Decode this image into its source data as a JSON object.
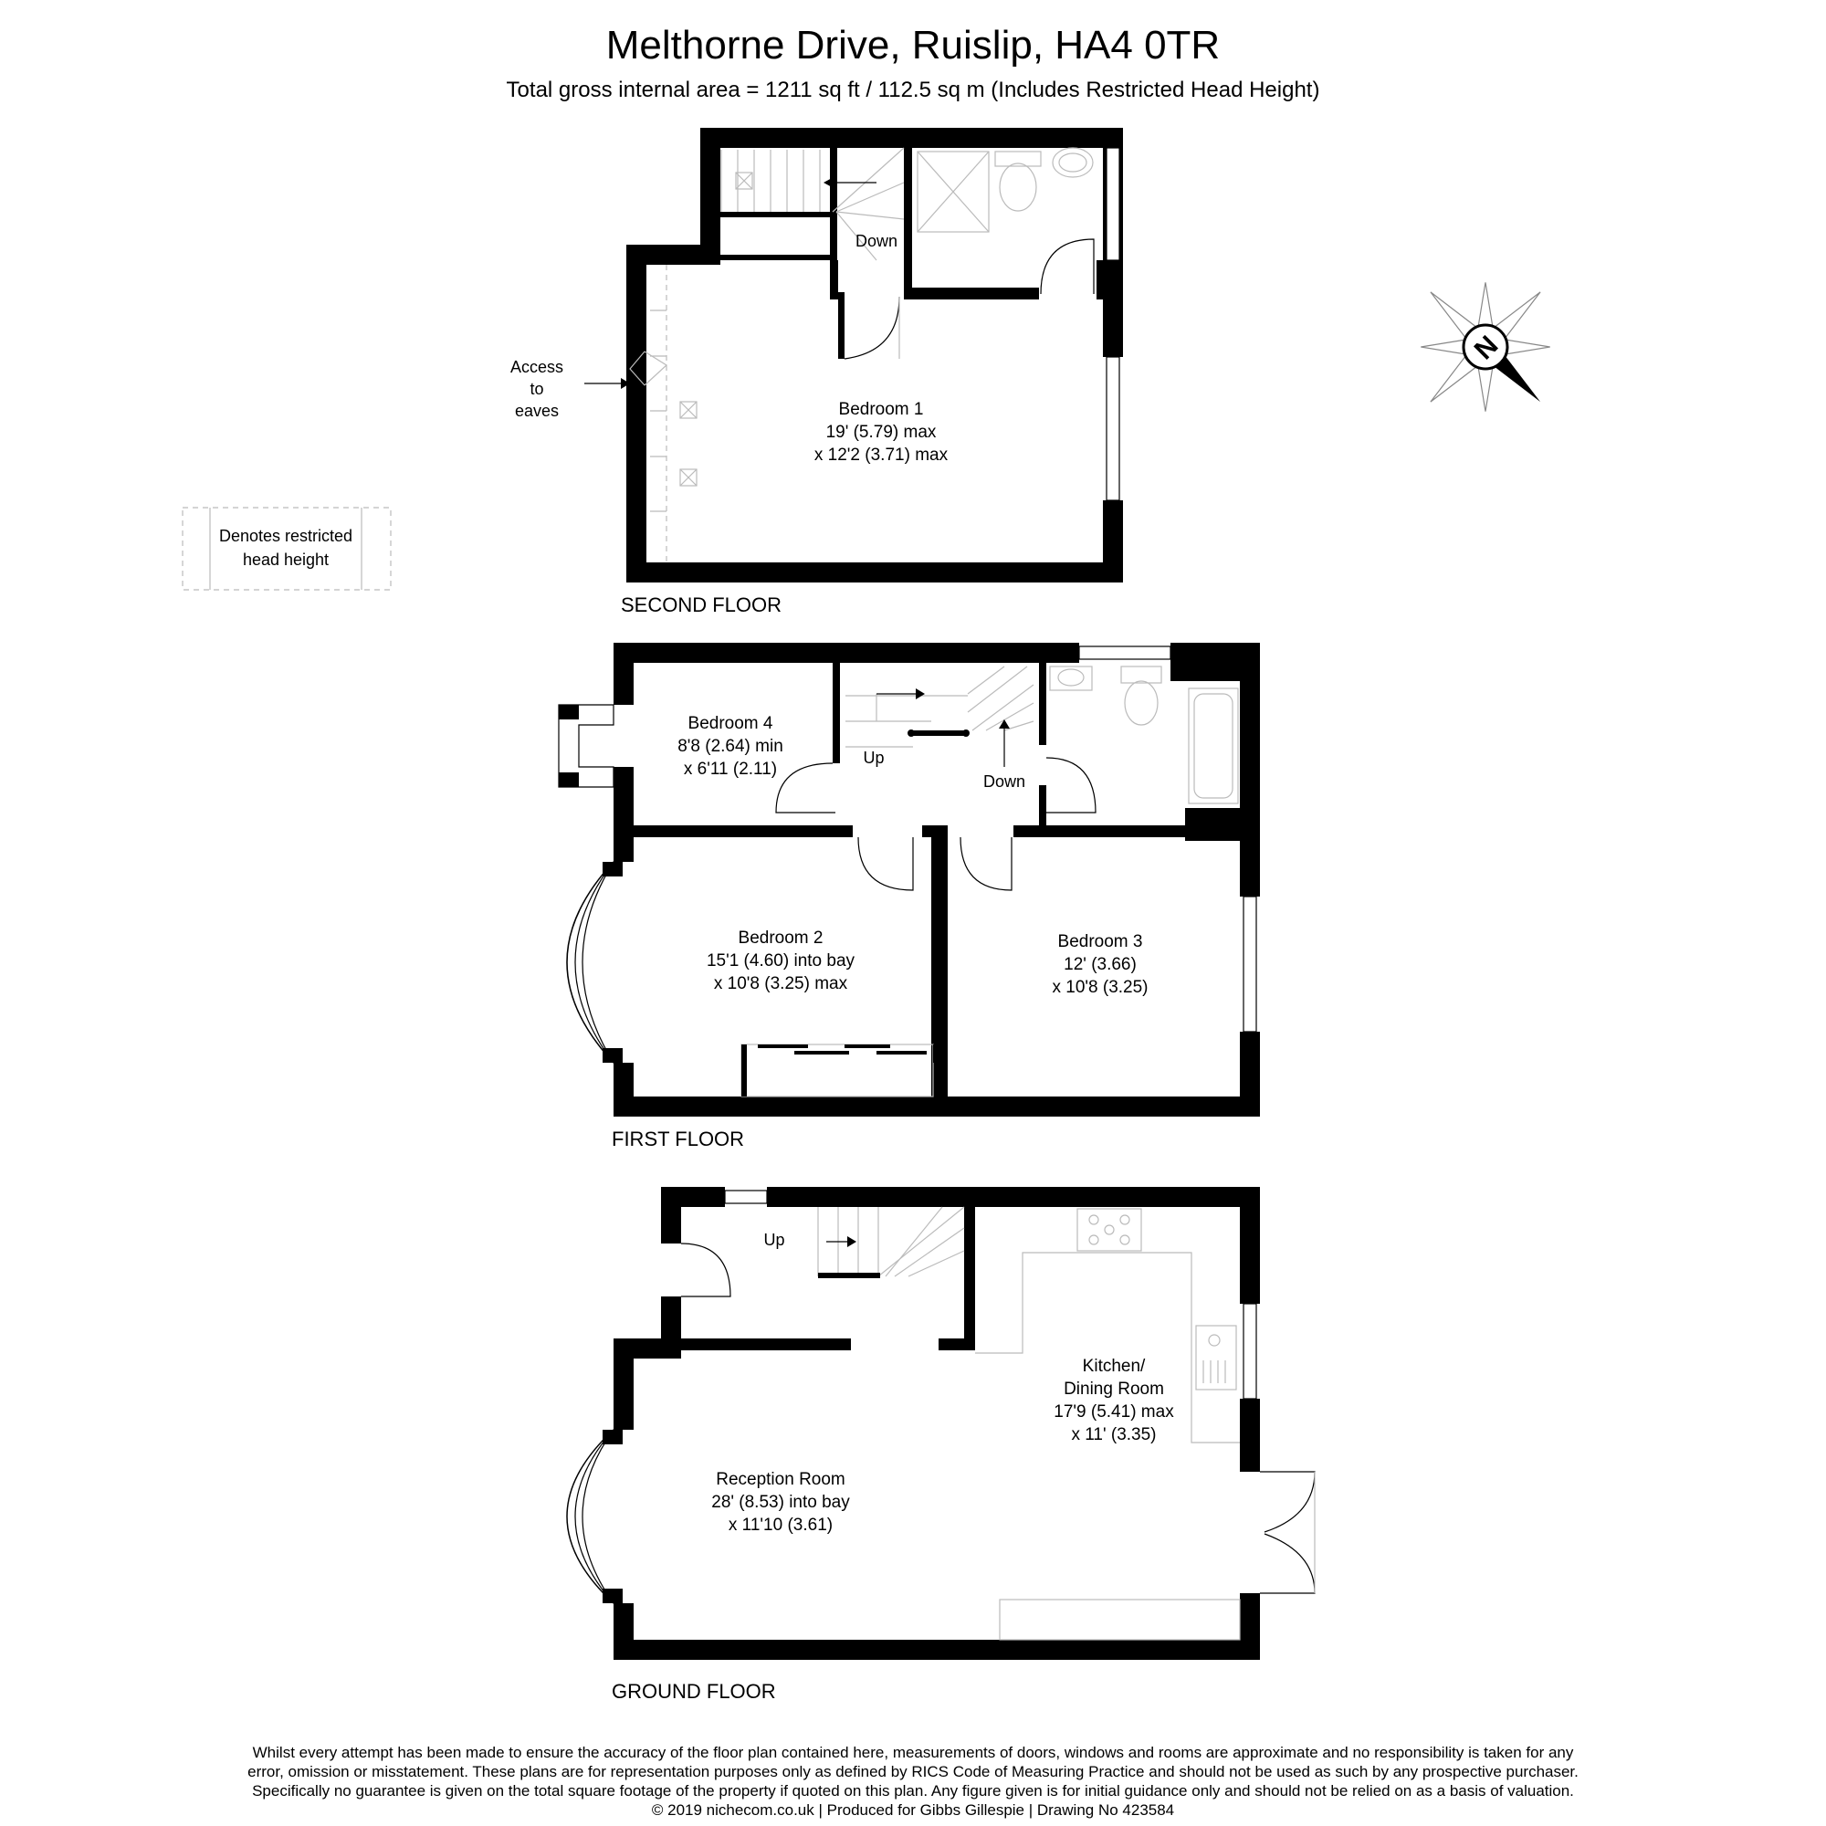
{
  "header": {
    "title": "Melthorne Drive, Ruislip, HA4 0TR",
    "area": "Total gross internal area =  1211 sq ft / 112.5 sq m (Includes Restricted Head Height)"
  },
  "legend": {
    "line1": "Denotes restricted",
    "line2": "head height"
  },
  "access_note": [
    "Access",
    "to",
    "eaves"
  ],
  "floors": {
    "second": {
      "label": "SECOND FLOOR",
      "stairs_label": "Down",
      "bedroom1": [
        "Bedroom 1",
        "19' (5.79) max",
        "x 12'2 (3.71) max"
      ]
    },
    "first": {
      "label": "FIRST FLOOR",
      "up_label": "Up",
      "down_label": "Down",
      "bedroom4": [
        "Bedroom 4",
        "8'8 (2.64) min",
        "x 6'11 (2.11)"
      ],
      "bedroom2": [
        "Bedroom 2",
        "15'1 (4.60) into bay",
        "x 10'8 (3.25) max"
      ],
      "bedroom3": [
        "Bedroom 3",
        "12' (3.66)",
        "x 10'8 (3.25)"
      ]
    },
    "ground": {
      "label": "GROUND FLOOR",
      "up_label": "Up",
      "kitchen": [
        "Kitchen/",
        "Dining Room",
        "17'9 (5.41) max",
        "x 11' (3.35)"
      ],
      "reception": [
        "Reception Room",
        "28' (8.53) into bay",
        "x 11'10 (3.61)"
      ]
    }
  },
  "compass": {
    "letter": "N"
  },
  "disclaimer": [
    "Whilst every attempt has been made to ensure the accuracy of the floor plan contained here, measurements of doors, windows and rooms are approximate and no responsibility is taken for any",
    "error, omission or misstatement. These plans are for representation purposes only as defined by RICS Code of Measuring Practice and should not be used as such by any prospective purchaser.",
    "Specifically no guarantee is given on the total square footage of the property if quoted on this plan. Any figure given is for initial guidance only and should not be relied on as a basis of valuation.",
    "© 2019 nichecom.co.uk  |  Produced for Gibbs Gillespie  |  Drawing No 423584"
  ]
}
